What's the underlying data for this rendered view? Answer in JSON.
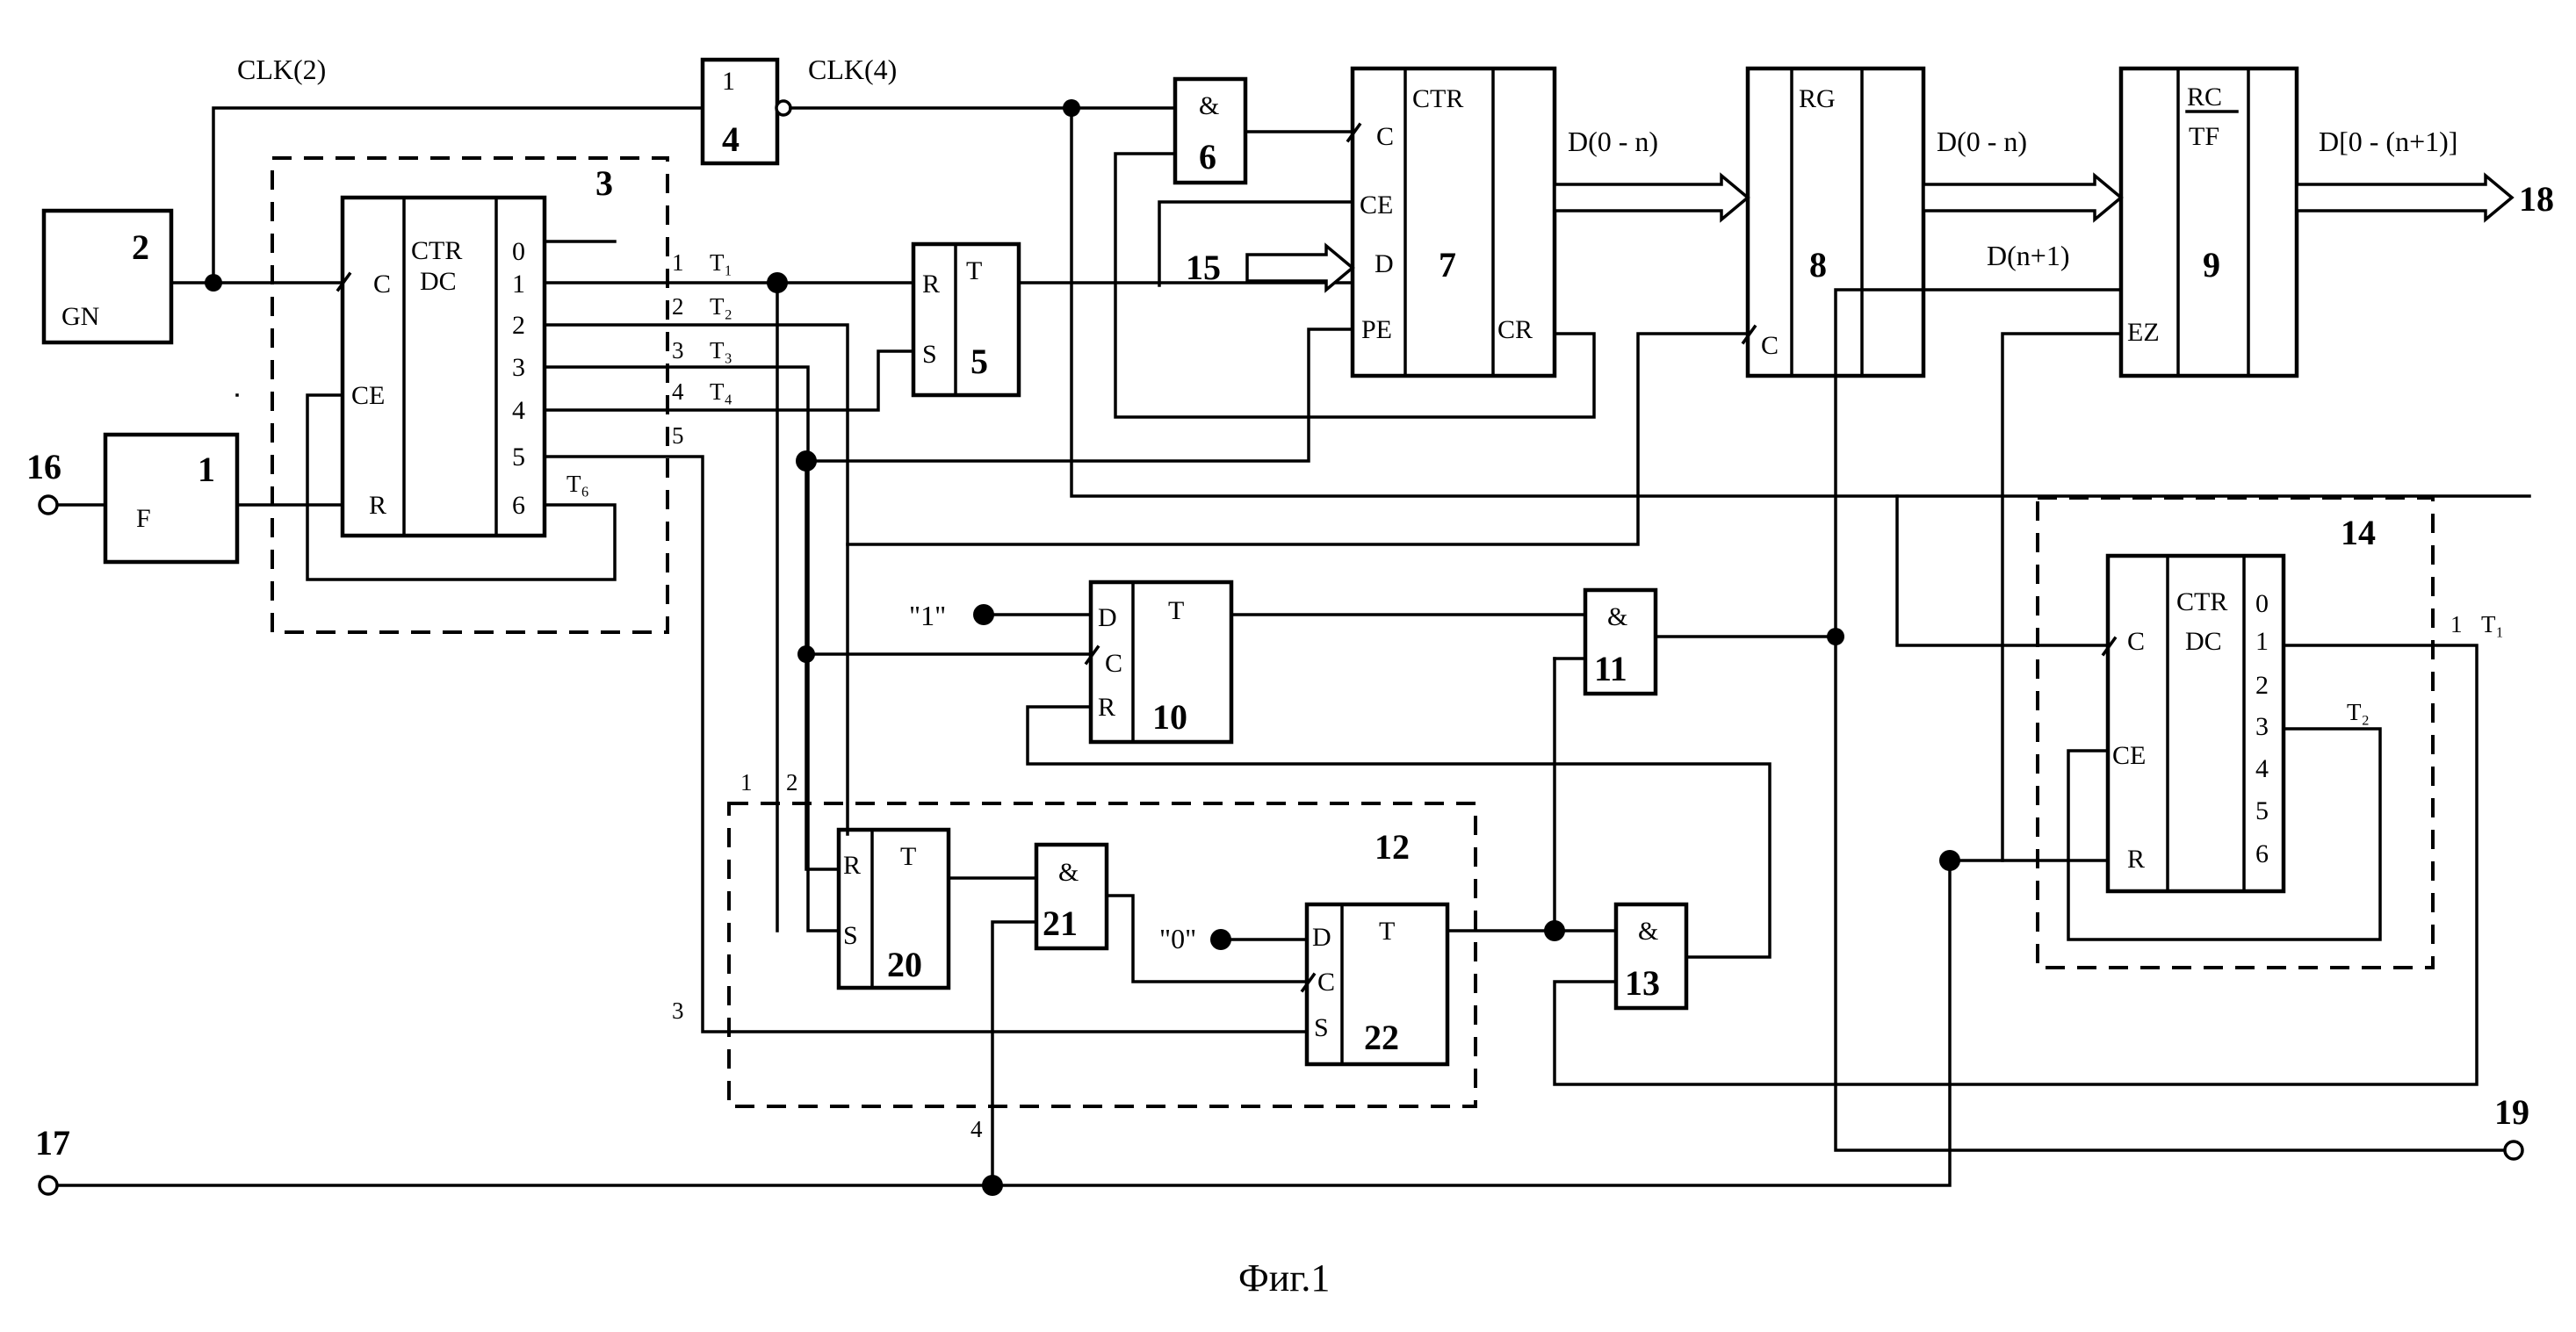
{
  "caption": "Фиг.1",
  "signals": {
    "clk2": "CLK(2)",
    "clk4": "CLK(4)",
    "d0n_a": "D(0 - n)",
    "d0n_b": "D(0 - n)",
    "dn1": "D(n+1)",
    "dout": "D[0 - (n+1)]",
    "one": "\"1\"",
    "zero": "\"0\""
  },
  "terminals": {
    "t15": "15",
    "t16": "16",
    "t17": "17",
    "t18": "18",
    "t19": "19"
  },
  "blocks": {
    "b1": {
      "num": "1",
      "func": "F"
    },
    "b2": {
      "num": "2",
      "func": "GN"
    },
    "b3": {
      "num": "3",
      "type1": "CTR",
      "type2": "DC",
      "c": "C",
      "ce": "CE",
      "r": "R",
      "outs": [
        "0",
        "1",
        "2",
        "3",
        "4",
        "5",
        "6"
      ]
    },
    "b4": {
      "num": "4",
      "func": "1"
    },
    "b5": {
      "num": "5",
      "type": "T",
      "r": "R",
      "s": "S"
    },
    "b6": {
      "num": "6",
      "func": "&"
    },
    "b7": {
      "num": "7",
      "type": "CTR",
      "c": "C",
      "ce": "CE",
      "d": "D",
      "pe": "PE",
      "cr": "CR"
    },
    "b8": {
      "num": "8",
      "type": "RG",
      "c": "C"
    },
    "b9": {
      "num": "9",
      "type1": "RC",
      "type2": "TF",
      "ez": "EZ"
    },
    "b10": {
      "num": "10",
      "type": "T",
      "d": "D",
      "c": "C",
      "r": "R"
    },
    "b11": {
      "num": "11",
      "func": "&"
    },
    "b12": {
      "num": "12"
    },
    "b13": {
      "num": "13",
      "func": "&"
    },
    "b14": {
      "num": "14",
      "type1": "CTR",
      "type2": "DC",
      "c": "C",
      "ce": "CE",
      "r": "R",
      "outs": [
        "0",
        "1",
        "2",
        "3",
        "4",
        "5",
        "6"
      ]
    },
    "b20": {
      "num": "20",
      "type": "T",
      "r": "R",
      "s": "S"
    },
    "b21": {
      "num": "21",
      "func": "&"
    },
    "b22": {
      "num": "22",
      "type": "T",
      "d": "D",
      "c": "C",
      "s": "S"
    }
  },
  "taps": {
    "t1": "1",
    "T1": "T₁",
    "t2": "2",
    "T2": "T₂",
    "t3": "3",
    "T3": "T₃",
    "t4": "4",
    "T4": "T₄",
    "t5": "5",
    "T6": "T₆",
    "n1": "1",
    "n2": "2",
    "n3": "3",
    "n4": "4",
    "r14_1": "1",
    "r14_T1": "T₁",
    "r14_T2": "T₂"
  }
}
